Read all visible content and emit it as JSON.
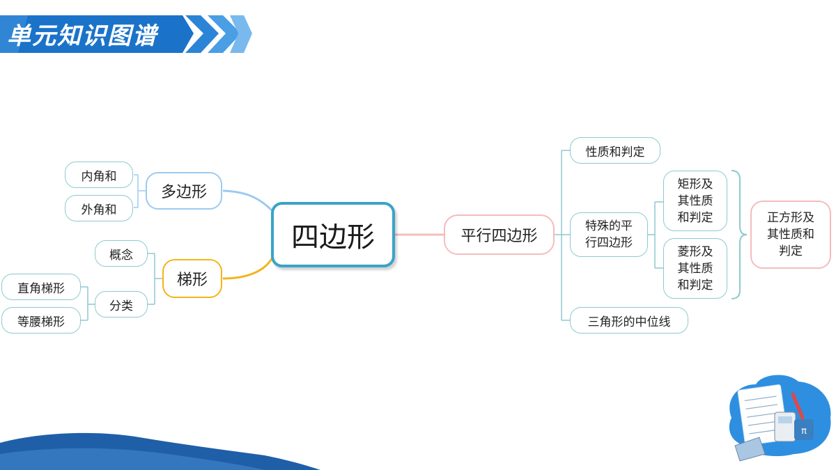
{
  "header": {
    "title": "单元知识图谱"
  },
  "mindmap": {
    "root": "四边形",
    "polygon": {
      "label": "多边形",
      "children": [
        "内角和",
        "外角和"
      ]
    },
    "trapezoid": {
      "label": "梯形",
      "concept": "概念",
      "classify": {
        "label": "分类",
        "children": [
          "直角梯形",
          "等腰梯形"
        ]
      }
    },
    "parallelogram": {
      "label": "平行四边形",
      "properties": "性质和判定",
      "special": {
        "label_lines": [
          "特殊的平",
          "行四边形"
        ],
        "rectangle_lines": [
          "矩形及",
          "其性质",
          "和判定"
        ],
        "rhombus_lines": [
          "菱形及",
          "其性质",
          "和判定"
        ],
        "square_lines": [
          "正方形及",
          "其性质和",
          "判定"
        ]
      },
      "midline": "三角形的中位线"
    }
  },
  "colors": {
    "header_blue": "#1b73c9",
    "root_border": "#3aa3c8",
    "polygon_border": "#9ccaf0",
    "trapezoid_border": "#f4b41a",
    "parallelogram_border": "#f5bcbc",
    "leaf_border": "#8ec9cf",
    "wave_blue": "#1f5fa8"
  }
}
